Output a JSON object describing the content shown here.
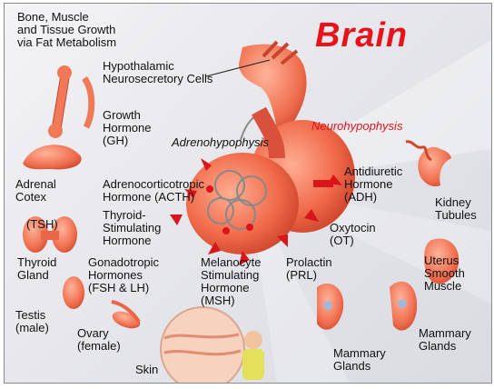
{
  "title": "Brain",
  "labels": {
    "bone_muscle": "Bone, Muscle\nand Tissue Growth\nvia Fat Metabolism",
    "hypothalamic": "Hypothalamic\nNeurosecretory Cells",
    "growth_hormone": "Growth\nHormone\n(GH)",
    "adrenohypophysis": "Adrenohypophysis",
    "neurohypophysis": "Neurohypophysis",
    "adrenal_cortex": "Adrenal\nCotex",
    "acth": "Adrenocorticotropic\nHormone (ACTH)",
    "adh": "Antidiuretic\nHormone\n(ADH)",
    "kidney": "Kidney\nTubules",
    "tsh_small": "(TSH)",
    "tsh": "Thyroid-\nStimulating\nHormone",
    "oxytocin": "Oxytocin\n(OT)",
    "thyroid": "Thyroid\nGland",
    "gonadotropic": "Gonadotropic\nHormones\n(FSH & LH)",
    "msh": "Melanocyte\nStimulating\nHormone\n(MSH)",
    "prolactin": "Prolactin\n(PRL)",
    "uterus": "Uterus\nSmooth\nMuscle",
    "testis": "Testis\n(male)",
    "ovary": "Ovary\n(female)",
    "skin": "Skin",
    "mammary_bottom": "Mammary\nGlands",
    "mammary_right": "Mammary\nGlands"
  },
  "colors": {
    "organ": "#ef6a4a",
    "organ_dark": "#c8402a",
    "title": "#e8131a",
    "arrow": "#d9141a"
  }
}
